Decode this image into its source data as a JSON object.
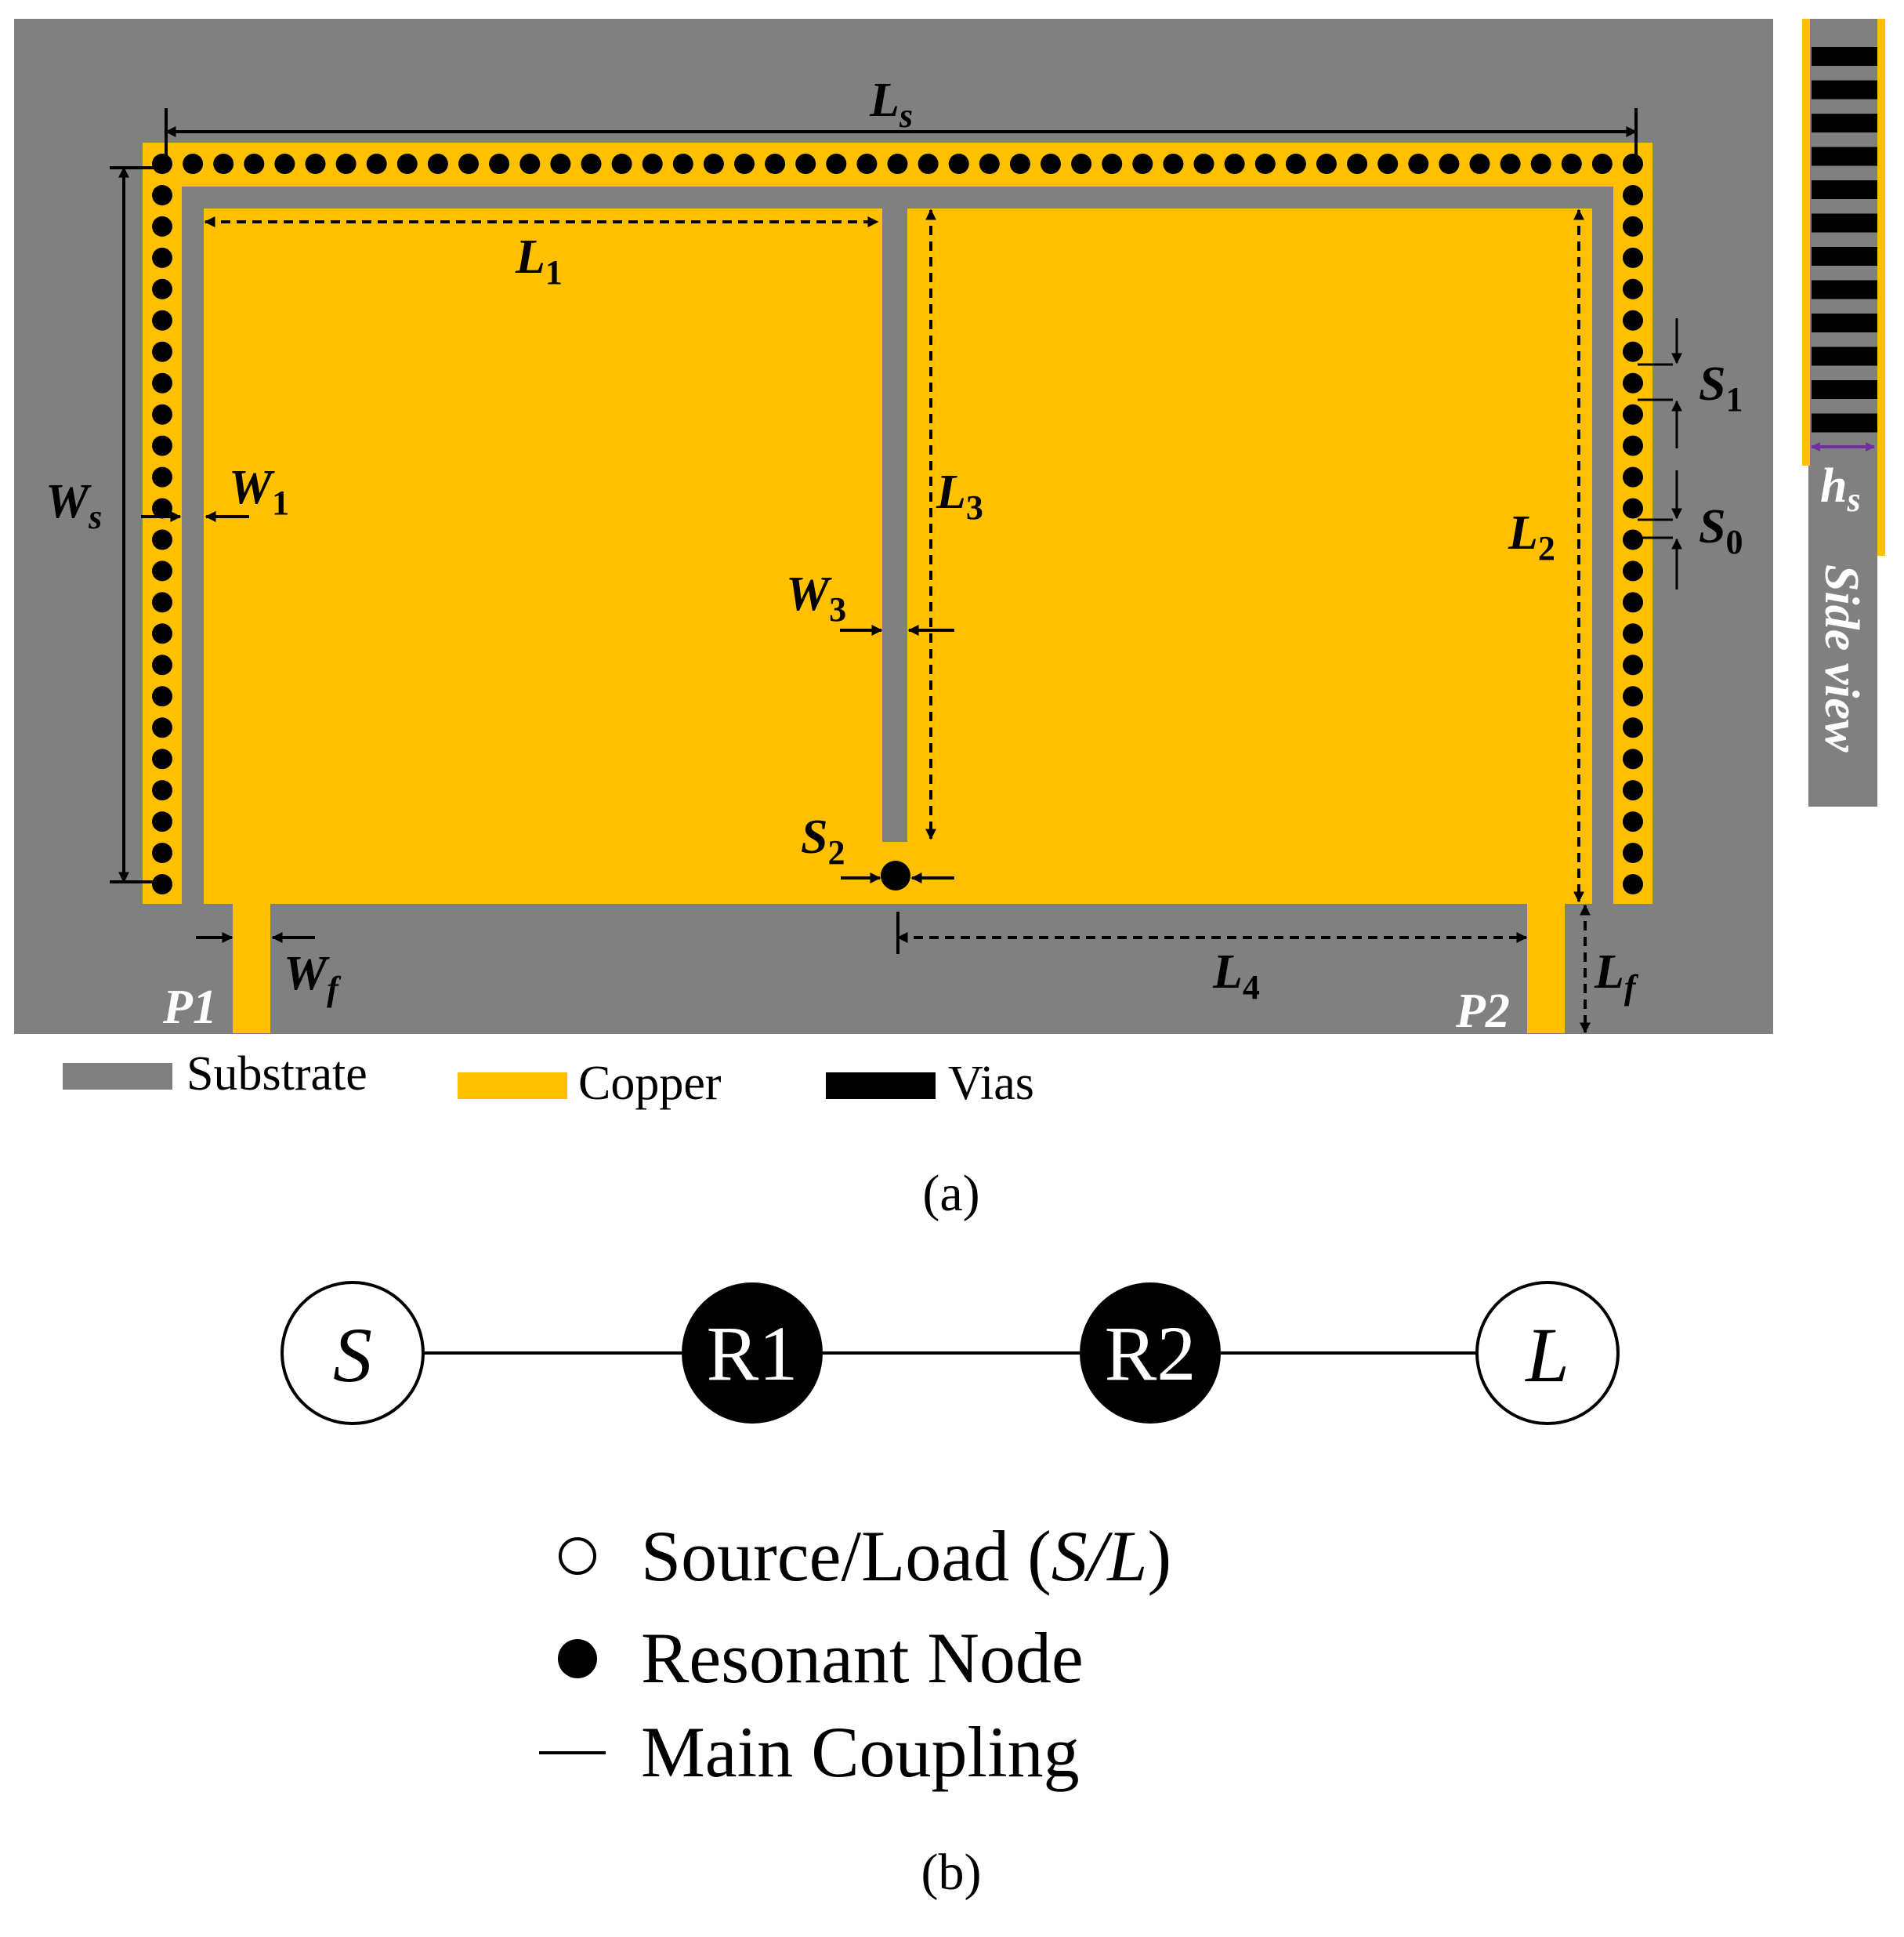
{
  "colors": {
    "substrate": "#808080",
    "copper": "#FFC000",
    "vias": "#000000",
    "side_arrow": "#7030A0"
  },
  "labels": {
    "Ls": {
      "base": "L",
      "sub": "s"
    },
    "L1": {
      "base": "L",
      "sub": "1"
    },
    "L2": {
      "base": "L",
      "sub": "2"
    },
    "L3": {
      "base": "L",
      "sub": "3"
    },
    "L4": {
      "base": "L",
      "sub": "4"
    },
    "Lf": {
      "base": "L",
      "sub": "f"
    },
    "Ws": {
      "base": "W",
      "sub": "s"
    },
    "W1": {
      "base": "W",
      "sub": "1"
    },
    "W3": {
      "base": "W",
      "sub": "3"
    },
    "Wf": {
      "base": "W",
      "sub": "f"
    },
    "S0": {
      "base": "S",
      "sub": "0"
    },
    "S1": {
      "base": "S",
      "sub": "1"
    },
    "S2": {
      "base": "S",
      "sub": "2"
    },
    "hs": {
      "base": "h",
      "sub": "s"
    },
    "P1": "P1",
    "P2": "P2",
    "side_view": "Side view"
  },
  "legend_a": {
    "substrate": "Substrate",
    "copper": "Copper",
    "vias": "Vias"
  },
  "caption_a": "(a)",
  "topology": {
    "nodes": [
      {
        "id": "S",
        "label": "S",
        "kind": "source"
      },
      {
        "id": "R1",
        "label": "R1",
        "kind": "resonant"
      },
      {
        "id": "R2",
        "label": "R2",
        "kind": "resonant"
      },
      {
        "id": "L",
        "label": "L",
        "kind": "load"
      }
    ],
    "couplings": [
      [
        "S",
        "R1"
      ],
      [
        "R1",
        "R2"
      ],
      [
        "R2",
        "L"
      ]
    ]
  },
  "legend_b": {
    "source_load_prefix": "Source/Load (",
    "source_load_italic": "S/L",
    "source_load_suffix": ")",
    "resonant": "Resonant Node",
    "coupling": "Main Coupling"
  },
  "caption_b": "(b)"
}
